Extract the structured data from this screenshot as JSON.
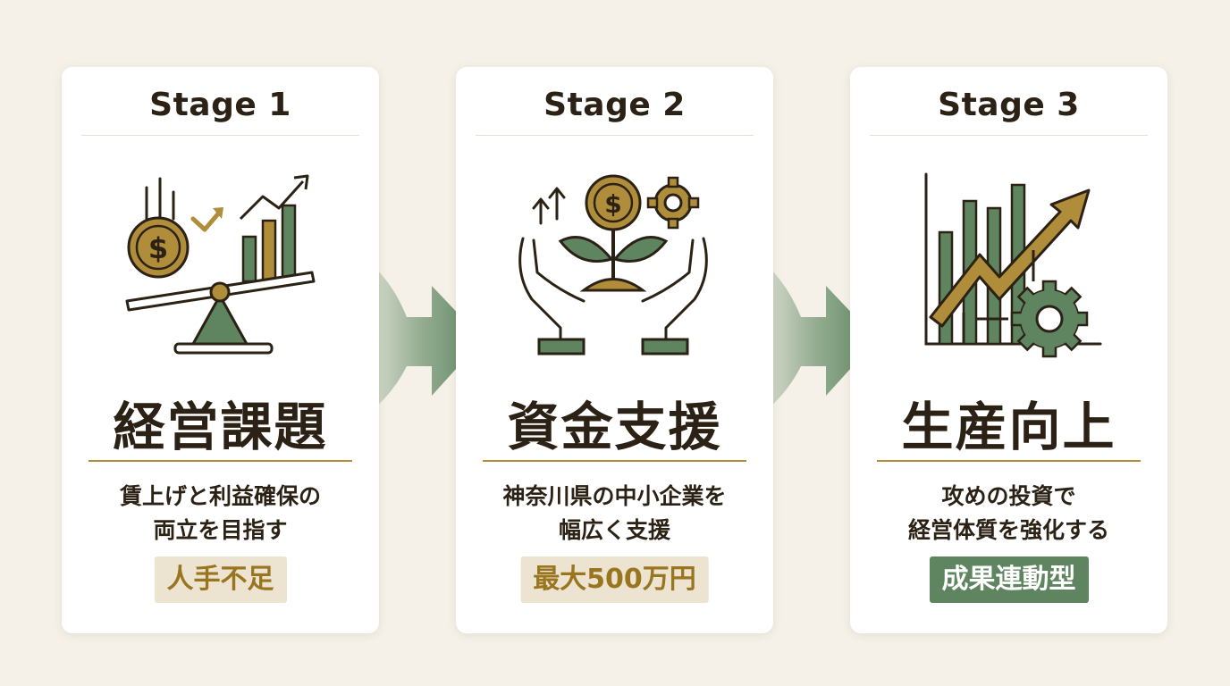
{
  "colors": {
    "background": "#f5f1e8",
    "card": "#ffffff",
    "gold": "#b08d3a",
    "green": "#5e8460",
    "dark": "#2b2115"
  },
  "stages": [
    {
      "label": "Stage 1",
      "icon": "balance-scale-coin-growth-icon",
      "title": "経営課題",
      "desc_line1": "賃上げと利益確保の",
      "desc_line2": "両立を目指す",
      "badge": "人手不足"
    },
    {
      "label": "Stage 2",
      "icon": "hands-plant-coin-gear-icon",
      "title": "資金支援",
      "desc_line1": "神奈川県の中小企業を",
      "desc_line2": "幅広く支援",
      "badge": "最大500万円"
    },
    {
      "label": "Stage 3",
      "icon": "growth-chart-gear-icon",
      "title": "生産向上",
      "desc_line1": "攻めの投資で",
      "desc_line2": "経営体質を強化する",
      "badge": "成果連動型"
    }
  ]
}
